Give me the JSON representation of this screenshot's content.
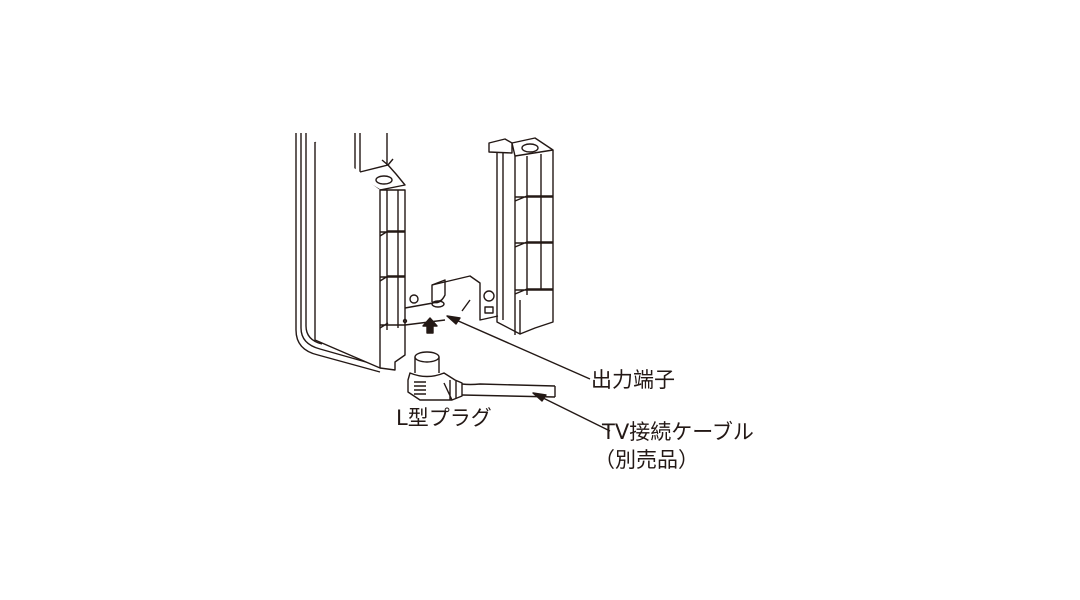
{
  "labels": {
    "output_terminal": "出力端子",
    "l_plug": "L型プラグ",
    "tv_cable": "TV接続ケーブル",
    "sold_separately": "（別売品）"
  },
  "colors": {
    "line": "#231815",
    "background": "#ffffff"
  }
}
